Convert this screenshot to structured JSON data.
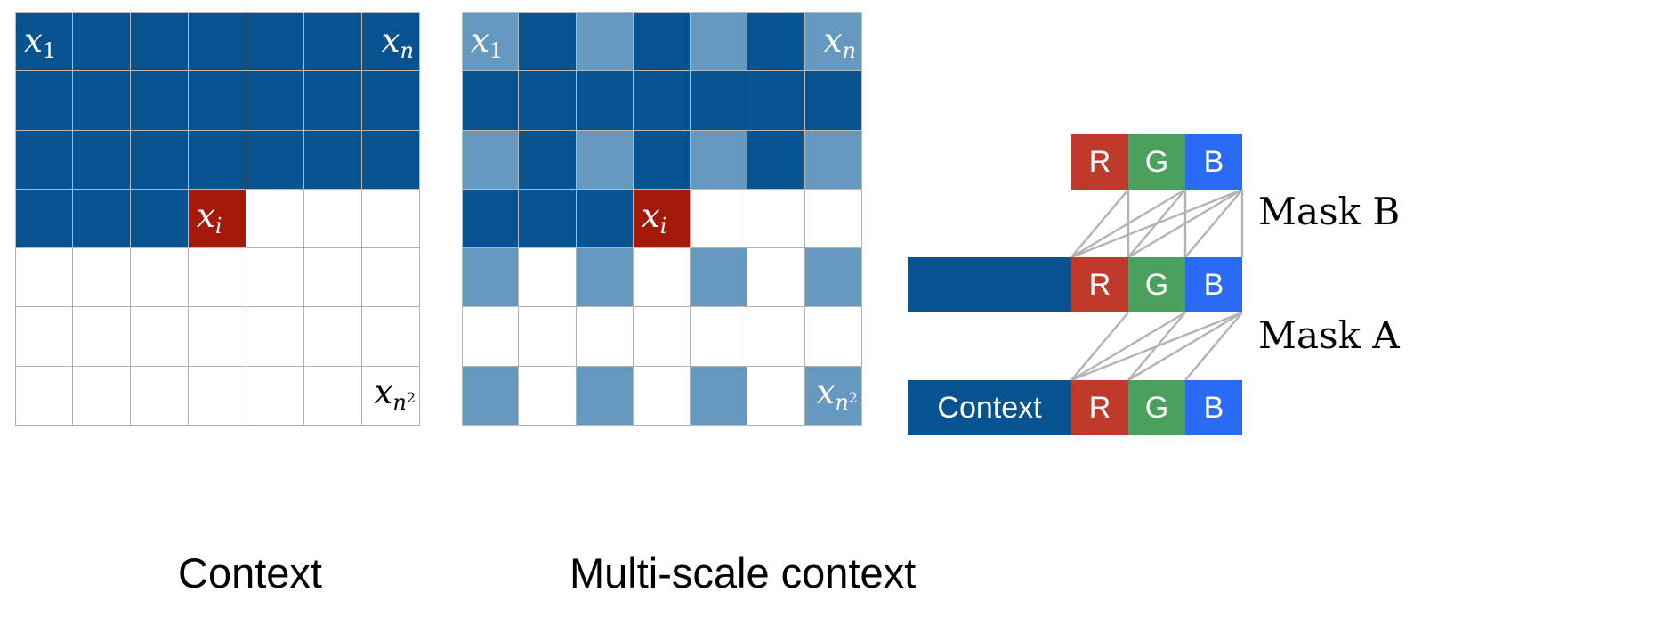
{
  "figure": {
    "title": "Multi-scale PixelRNN context and RGB masking diagram",
    "colors": {
      "dark_blue": "#07538f",
      "light_blue": "#6699c0",
      "red_cell": "#a3190a",
      "grid_line": "#b0b0b0",
      "r_block": "#bf3a2b",
      "g_block": "#4aa05c",
      "b_block": "#2a6bf5",
      "link_line": "#b3b3b3",
      "text": "#000000"
    }
  },
  "grids": {
    "context": {
      "caption": "Context",
      "rows": 7,
      "cols": 7,
      "cells": [
        [
          "dark",
          "dark",
          "dark",
          "dark",
          "dark",
          "dark",
          "dark"
        ],
        [
          "dark",
          "dark",
          "dark",
          "dark",
          "dark",
          "dark",
          "dark"
        ],
        [
          "dark",
          "dark",
          "dark",
          "dark",
          "dark",
          "dark",
          "dark"
        ],
        [
          "dark",
          "dark",
          "dark",
          "red",
          "white",
          "white",
          "white"
        ],
        [
          "white",
          "white",
          "white",
          "white",
          "white",
          "white",
          "white"
        ],
        [
          "white",
          "white",
          "white",
          "white",
          "white",
          "white",
          "white"
        ],
        [
          "white",
          "white",
          "white",
          "white",
          "white",
          "white",
          "white"
        ]
      ],
      "labels": {
        "first": "x",
        "first_sub": "1",
        "nth": "x",
        "nth_sub": "n",
        "ith": "x",
        "ith_sub": "i",
        "last": "x",
        "last_sub": "n",
        "last_sup": "2"
      }
    },
    "multiscale": {
      "caption": "Multi-scale context",
      "rows": 7,
      "cols": 7,
      "cells": [
        [
          "light",
          "dark",
          "light",
          "dark",
          "light",
          "dark",
          "light"
        ],
        [
          "dark",
          "dark",
          "dark",
          "dark",
          "dark",
          "dark",
          "dark"
        ],
        [
          "light",
          "dark",
          "light",
          "dark",
          "light",
          "dark",
          "light"
        ],
        [
          "dark",
          "dark",
          "dark",
          "red",
          "white",
          "white",
          "white"
        ],
        [
          "light",
          "white",
          "light",
          "white",
          "light",
          "white",
          "light"
        ],
        [
          "white",
          "white",
          "white",
          "white",
          "white",
          "white",
          "white"
        ],
        [
          "light",
          "white",
          "light",
          "white",
          "light",
          "white",
          "light"
        ]
      ],
      "labels": {
        "first": "x",
        "first_sub": "1",
        "nth": "x",
        "nth_sub": "n",
        "ith": "x",
        "ith_sub": "i",
        "last": "x",
        "last_sub": "n",
        "last_sup": "2"
      }
    }
  },
  "masks": {
    "mask_b_label": "Mask B",
    "mask_a_label": "Mask A",
    "context_label": "Context",
    "bars": [
      {
        "name": "top",
        "has_context": false,
        "context_text": "",
        "channels": [
          "R",
          "G",
          "B"
        ]
      },
      {
        "name": "middle",
        "has_context": true,
        "context_text": "",
        "channels": [
          "R",
          "G",
          "B"
        ]
      },
      {
        "name": "bottom",
        "has_context": true,
        "context_text": "Context",
        "channels": [
          "R",
          "G",
          "B"
        ]
      }
    ]
  }
}
